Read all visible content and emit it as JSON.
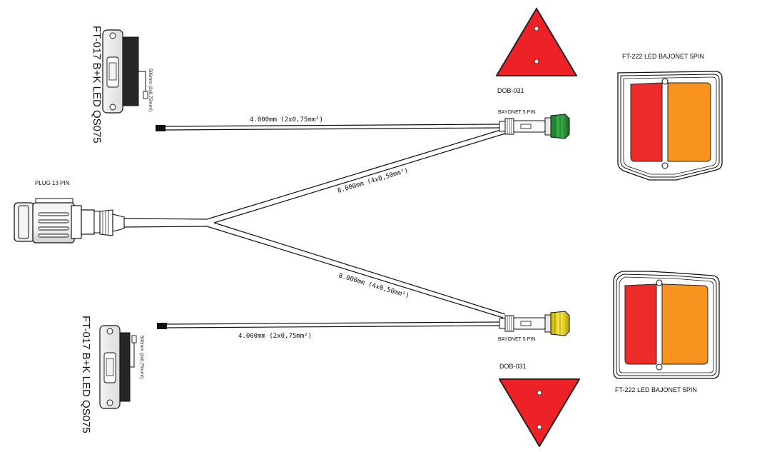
{
  "labels": {
    "plug": "PLUG 13 PIN",
    "lamp_top": "FT-222 LED BAJONET 5PIN",
    "lamp_bottom": "FT-222 LED BAJONET 5PIN",
    "triangle_top": "DOB-031",
    "triangle_bottom": "DOB-031",
    "bayonet_top": "BAYONET 5 PIN",
    "bayonet_bottom": "BAYONET 5 PIN",
    "marker_top": "FT-017 B+K LED QS075",
    "marker_bottom": "FT-017 B+K LED QS075",
    "marker_cable_top": "500mm (2x0,75mm²)",
    "marker_cable_bottom": "500mm (2x0,75mm²)"
  },
  "cables": {
    "top_2wire": "4.000mm (2x0,75mm²)",
    "bottom_2wire": "4.000mm (2x0,75mm²)",
    "top_4wire": "8.000mm (4x0,50mm²)",
    "bottom_4wire": "8.000mm (4x0,50mm²)"
  },
  "colors": {
    "lamp_red": "#ee2b2b",
    "lamp_amber": "#f7931e",
    "triangle_red": "#ec2227",
    "connector_green": "#2e9e3a",
    "connector_yellow": "#f4e11c"
  }
}
